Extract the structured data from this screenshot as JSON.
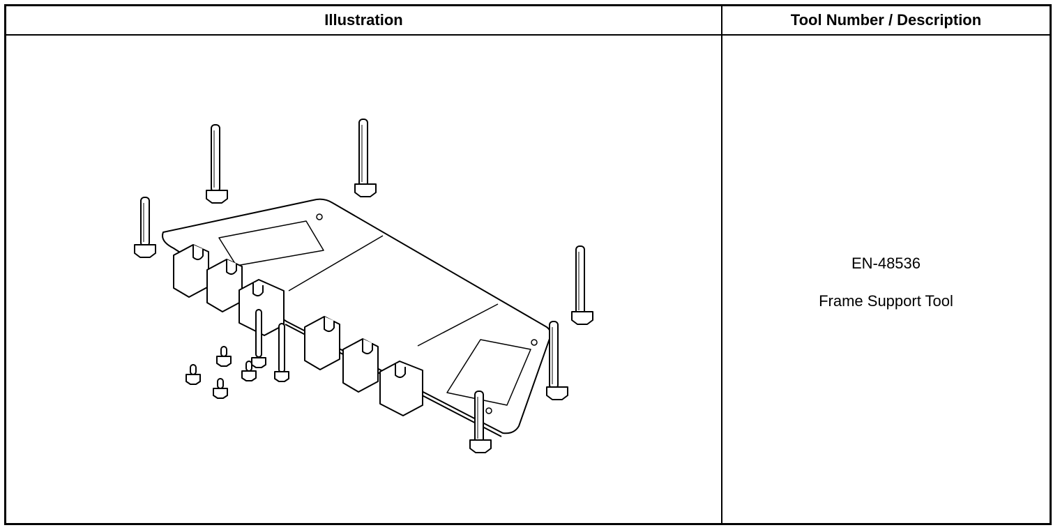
{
  "table": {
    "header_illustration": "Illustration",
    "header_description": "Tool Number / Description"
  },
  "tool": {
    "number": "EN-48536",
    "description": "Frame Support Tool"
  }
}
